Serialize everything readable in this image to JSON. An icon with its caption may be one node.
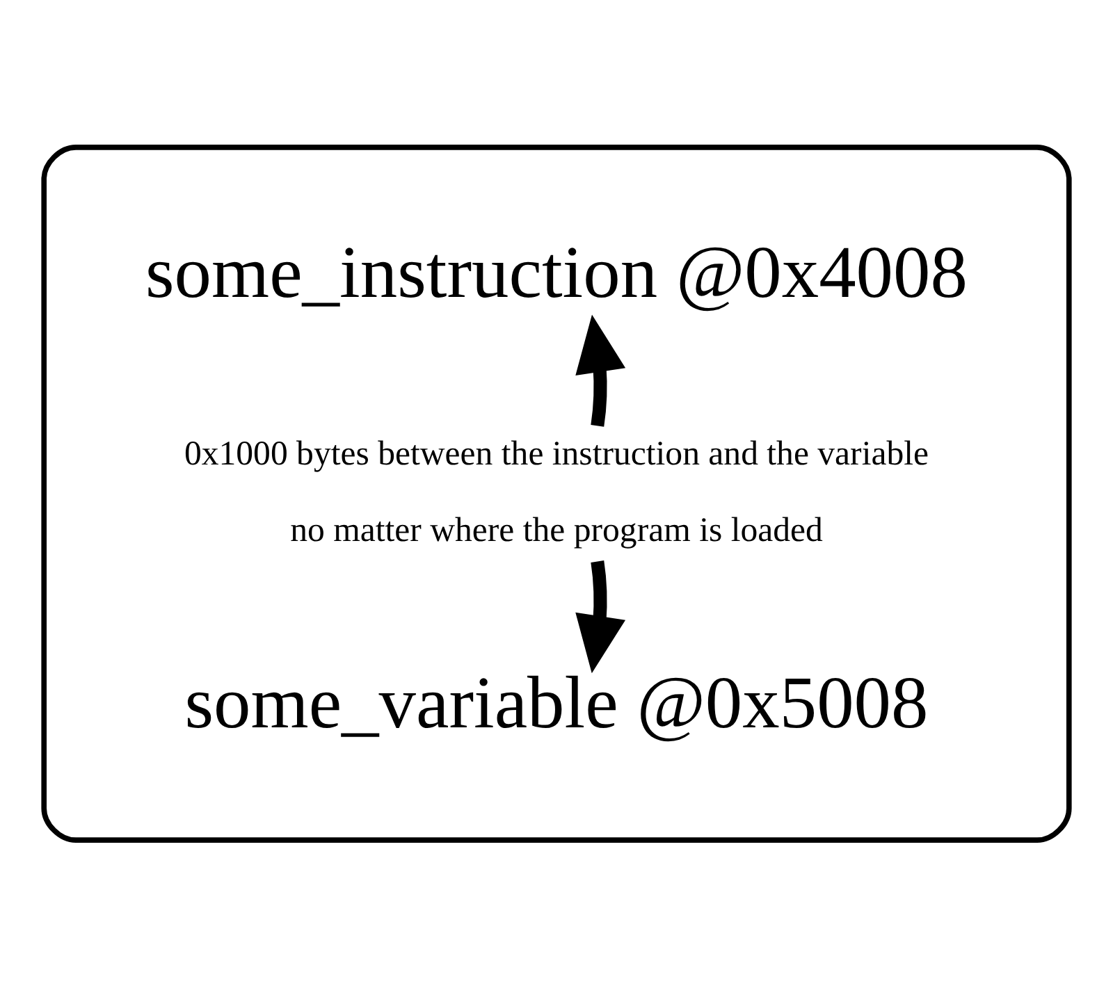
{
  "diagram": {
    "nodes": [
      {
        "text": [],
        "shape": "box"
      },
      {
        "text": [
          "some_instruction @0x4008"
        ],
        "in": 0
      },
      {
        "text": [
          "0x1000 bytes between the instruction and the variable",
          "no matter where the program is loaded"
        ],
        "in": 0
      },
      {
        "text": [
          "some_variable @0x5008"
        ],
        "in": 0
      }
    ],
    "edges": [
      {
        "from": 2,
        "to": 1,
        "arrow": "to"
      },
      {
        "from": 2,
        "to": 3,
        "arrow": "to"
      }
    ]
  }
}
